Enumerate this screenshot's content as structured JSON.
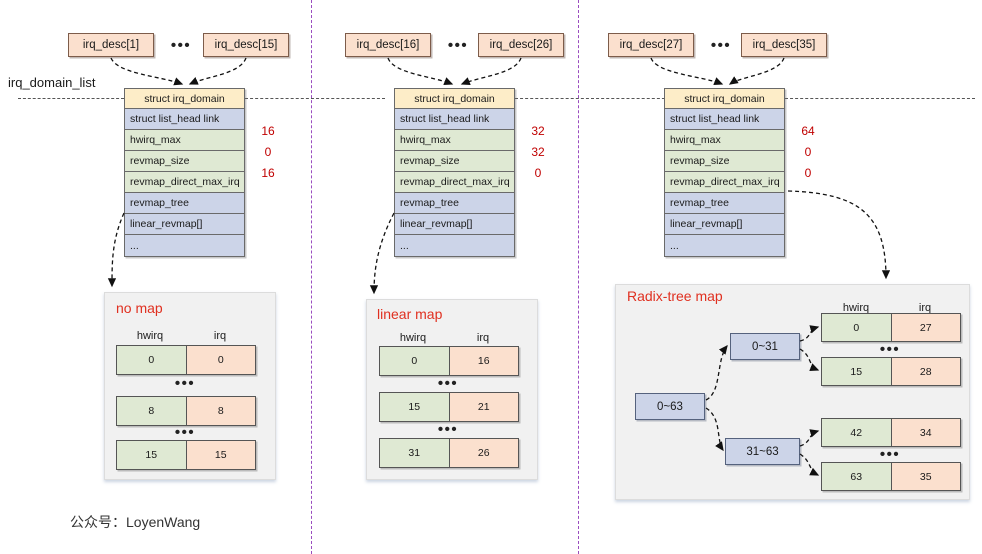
{
  "diagram": {
    "caption": "公众号：LoyenWang",
    "list_label": "irq_domain_list"
  },
  "dots": "•••",
  "columns": {
    "hwirq": "hwirq",
    "irq": "irq"
  },
  "struct_fields": [
    "struct irq_domain",
    "struct list_head link",
    "hwirq_max",
    "revmap_size",
    "revmap_direct_max_irq",
    "revmap_tree",
    "linear_revmap[]",
    "..."
  ],
  "groups": [
    {
      "id": "no-map",
      "descs": [
        "irq_desc[1]",
        "irq_desc[15]"
      ],
      "values": {
        "hwirq_max": "16",
        "revmap_size": "0",
        "revmap_direct_max_irq": "16"
      },
      "panel_title": "no map",
      "rows": [
        {
          "hwirq": "0",
          "irq": "0"
        },
        {
          "hwirq": "8",
          "irq": "8"
        },
        {
          "hwirq": "15",
          "irq": "15"
        }
      ]
    },
    {
      "id": "linear-map",
      "descs": [
        "irq_desc[16]",
        "irq_desc[26]"
      ],
      "values": {
        "hwirq_max": "32",
        "revmap_size": "32",
        "revmap_direct_max_irq": "0"
      },
      "panel_title": "linear map",
      "rows": [
        {
          "hwirq": "0",
          "irq": "16"
        },
        {
          "hwirq": "15",
          "irq": "21"
        },
        {
          "hwirq": "31",
          "irq": "26"
        }
      ]
    },
    {
      "id": "radix-tree-map",
      "descs": [
        "irq_desc[27]",
        "irq_desc[35]"
      ],
      "values": {
        "hwirq_max": "64",
        "revmap_size": "0",
        "revmap_direct_max_irq": "0"
      },
      "panel_title": "Radix-tree map",
      "tree": {
        "root": "0~63",
        "branch_upper": "0~31",
        "branch_lower": "31~63",
        "leaves_upper": [
          {
            "hwirq": "0",
            "irq": "27"
          },
          {
            "hwirq": "15",
            "irq": "28"
          }
        ],
        "leaves_lower": [
          {
            "hwirq": "42",
            "irq": "34"
          },
          {
            "hwirq": "63",
            "irq": "35"
          }
        ]
      }
    }
  ],
  "colors": {
    "header_fill": "#fdedc8",
    "blue_fill": "#ccd4e8",
    "green_fill": "#dfe9d3",
    "orange_fill": "#fbe0ce",
    "value_text": "#c00000",
    "title_text": "#e03020",
    "divider": "#9a4dbf"
  }
}
